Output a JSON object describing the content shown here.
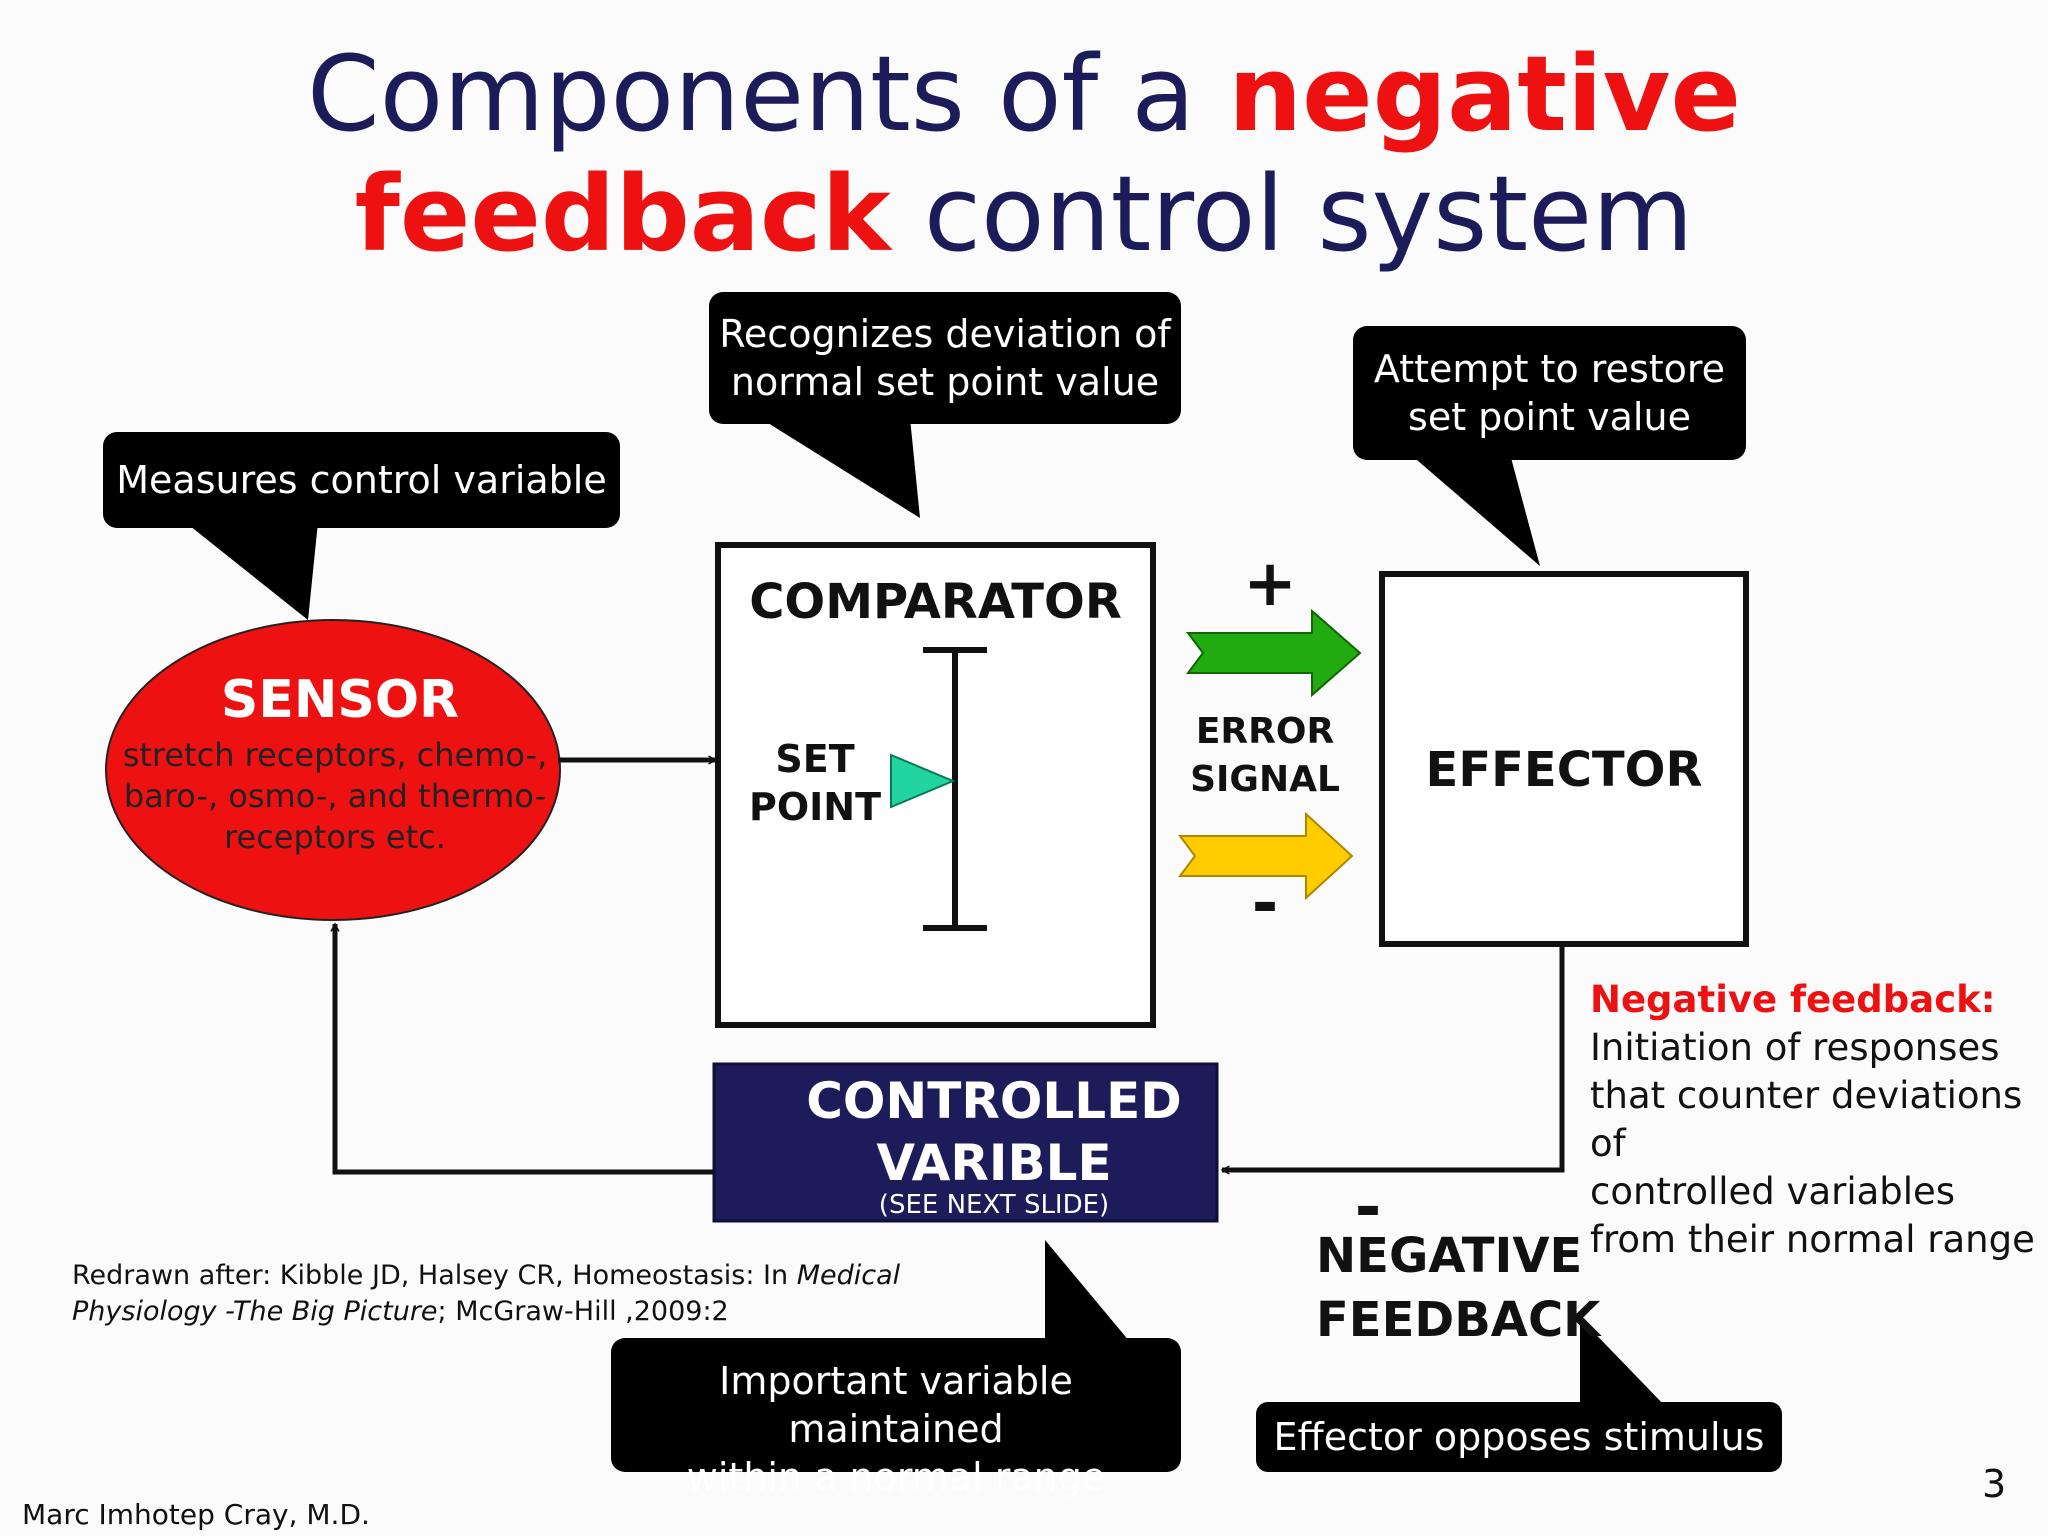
{
  "title": {
    "line1_plain": "Components of a",
    "line1_highlight": "negative",
    "line2_highlight": "feedback",
    "line2_plain": "control system"
  },
  "callouts": {
    "sensor": "Measures control variable",
    "comparator": "Recognizes deviation of\nnormal set point value",
    "effector": "Attempt to restore\nset point value",
    "controlled": "Important variable maintained\nwithin a normal range",
    "negative": "Effector opposes stimulus"
  },
  "sensor": {
    "title": "SENSOR",
    "description": "stretch receptors, chemo-,\nbaro-, osmo-, and thermo-\nreceptors etc."
  },
  "comparator": {
    "title": "COMPARATOR",
    "set_point_line1": "SET",
    "set_point_line2": "POINT"
  },
  "error_signal": {
    "plus": "+",
    "line1": "ERROR",
    "line2": "SIGNAL",
    "minus": "-"
  },
  "effector": {
    "title": "EFFECTOR"
  },
  "controlled_variable": {
    "line1": "CONTROLLED",
    "line2": "VARIBLE",
    "note": "(SEE NEXT SLIDE)"
  },
  "negative_feedback_note": {
    "title": "Negative feedback:",
    "body": "Initiation of responses\nthat counter deviations of\ncontrolled variables\nfrom their normal range"
  },
  "negative_feedback_label": {
    "minus": "-",
    "line1": "NEGATIVE",
    "line2": "FEEDBACK"
  },
  "citation": {
    "line1_plain": "Redrawn after: Kibble JD, Halsey CR, Homeostasis: In ",
    "line1_italic": "Medical",
    "line2_italic": "Physiology -The Big Picture",
    "line2_plain": "; McGraw-Hill ,2009:2"
  },
  "footer": "Marc Imhotep Cray, M.D.",
  "page_number": "3",
  "colors": {
    "title_dark": "#1c1c5a",
    "highlight_red": "#ee1111",
    "sensor_fill": "#ee1111",
    "controlled_fill": "#1c1c5a",
    "plus_arrow": "#22aa11",
    "minus_arrow": "#ffcc00",
    "set_point_marker": "#22d4a0"
  }
}
